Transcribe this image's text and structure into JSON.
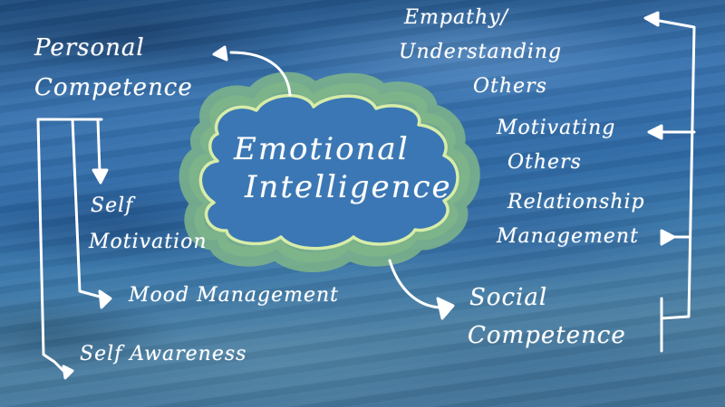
{
  "diagram": {
    "title": "Emotional Intelligence mind map",
    "colors": {
      "background": "#3a74b0",
      "ink": "#ffffff",
      "cloud_fill": "#7fb58a",
      "cloud_outline": "#d6eca8"
    },
    "center": {
      "line1": "Emotional",
      "line2": "Intelligence"
    },
    "personal_competence": {
      "line1": "Personal",
      "line2": "Competence",
      "children": [
        {
          "line1": "Self",
          "line2": "Motivation"
        },
        {
          "label": "Mood Management"
        },
        {
          "label": "Self Awareness"
        }
      ]
    },
    "social_competence": {
      "line1": "Social",
      "line2": "Competence",
      "children": [
        {
          "line1": "Empathy/",
          "line2": "Understanding",
          "line3": "Others"
        },
        {
          "line1": "Motivating",
          "line2": "Others"
        },
        {
          "line1": "Relationship",
          "line2": "Management"
        }
      ]
    }
  }
}
